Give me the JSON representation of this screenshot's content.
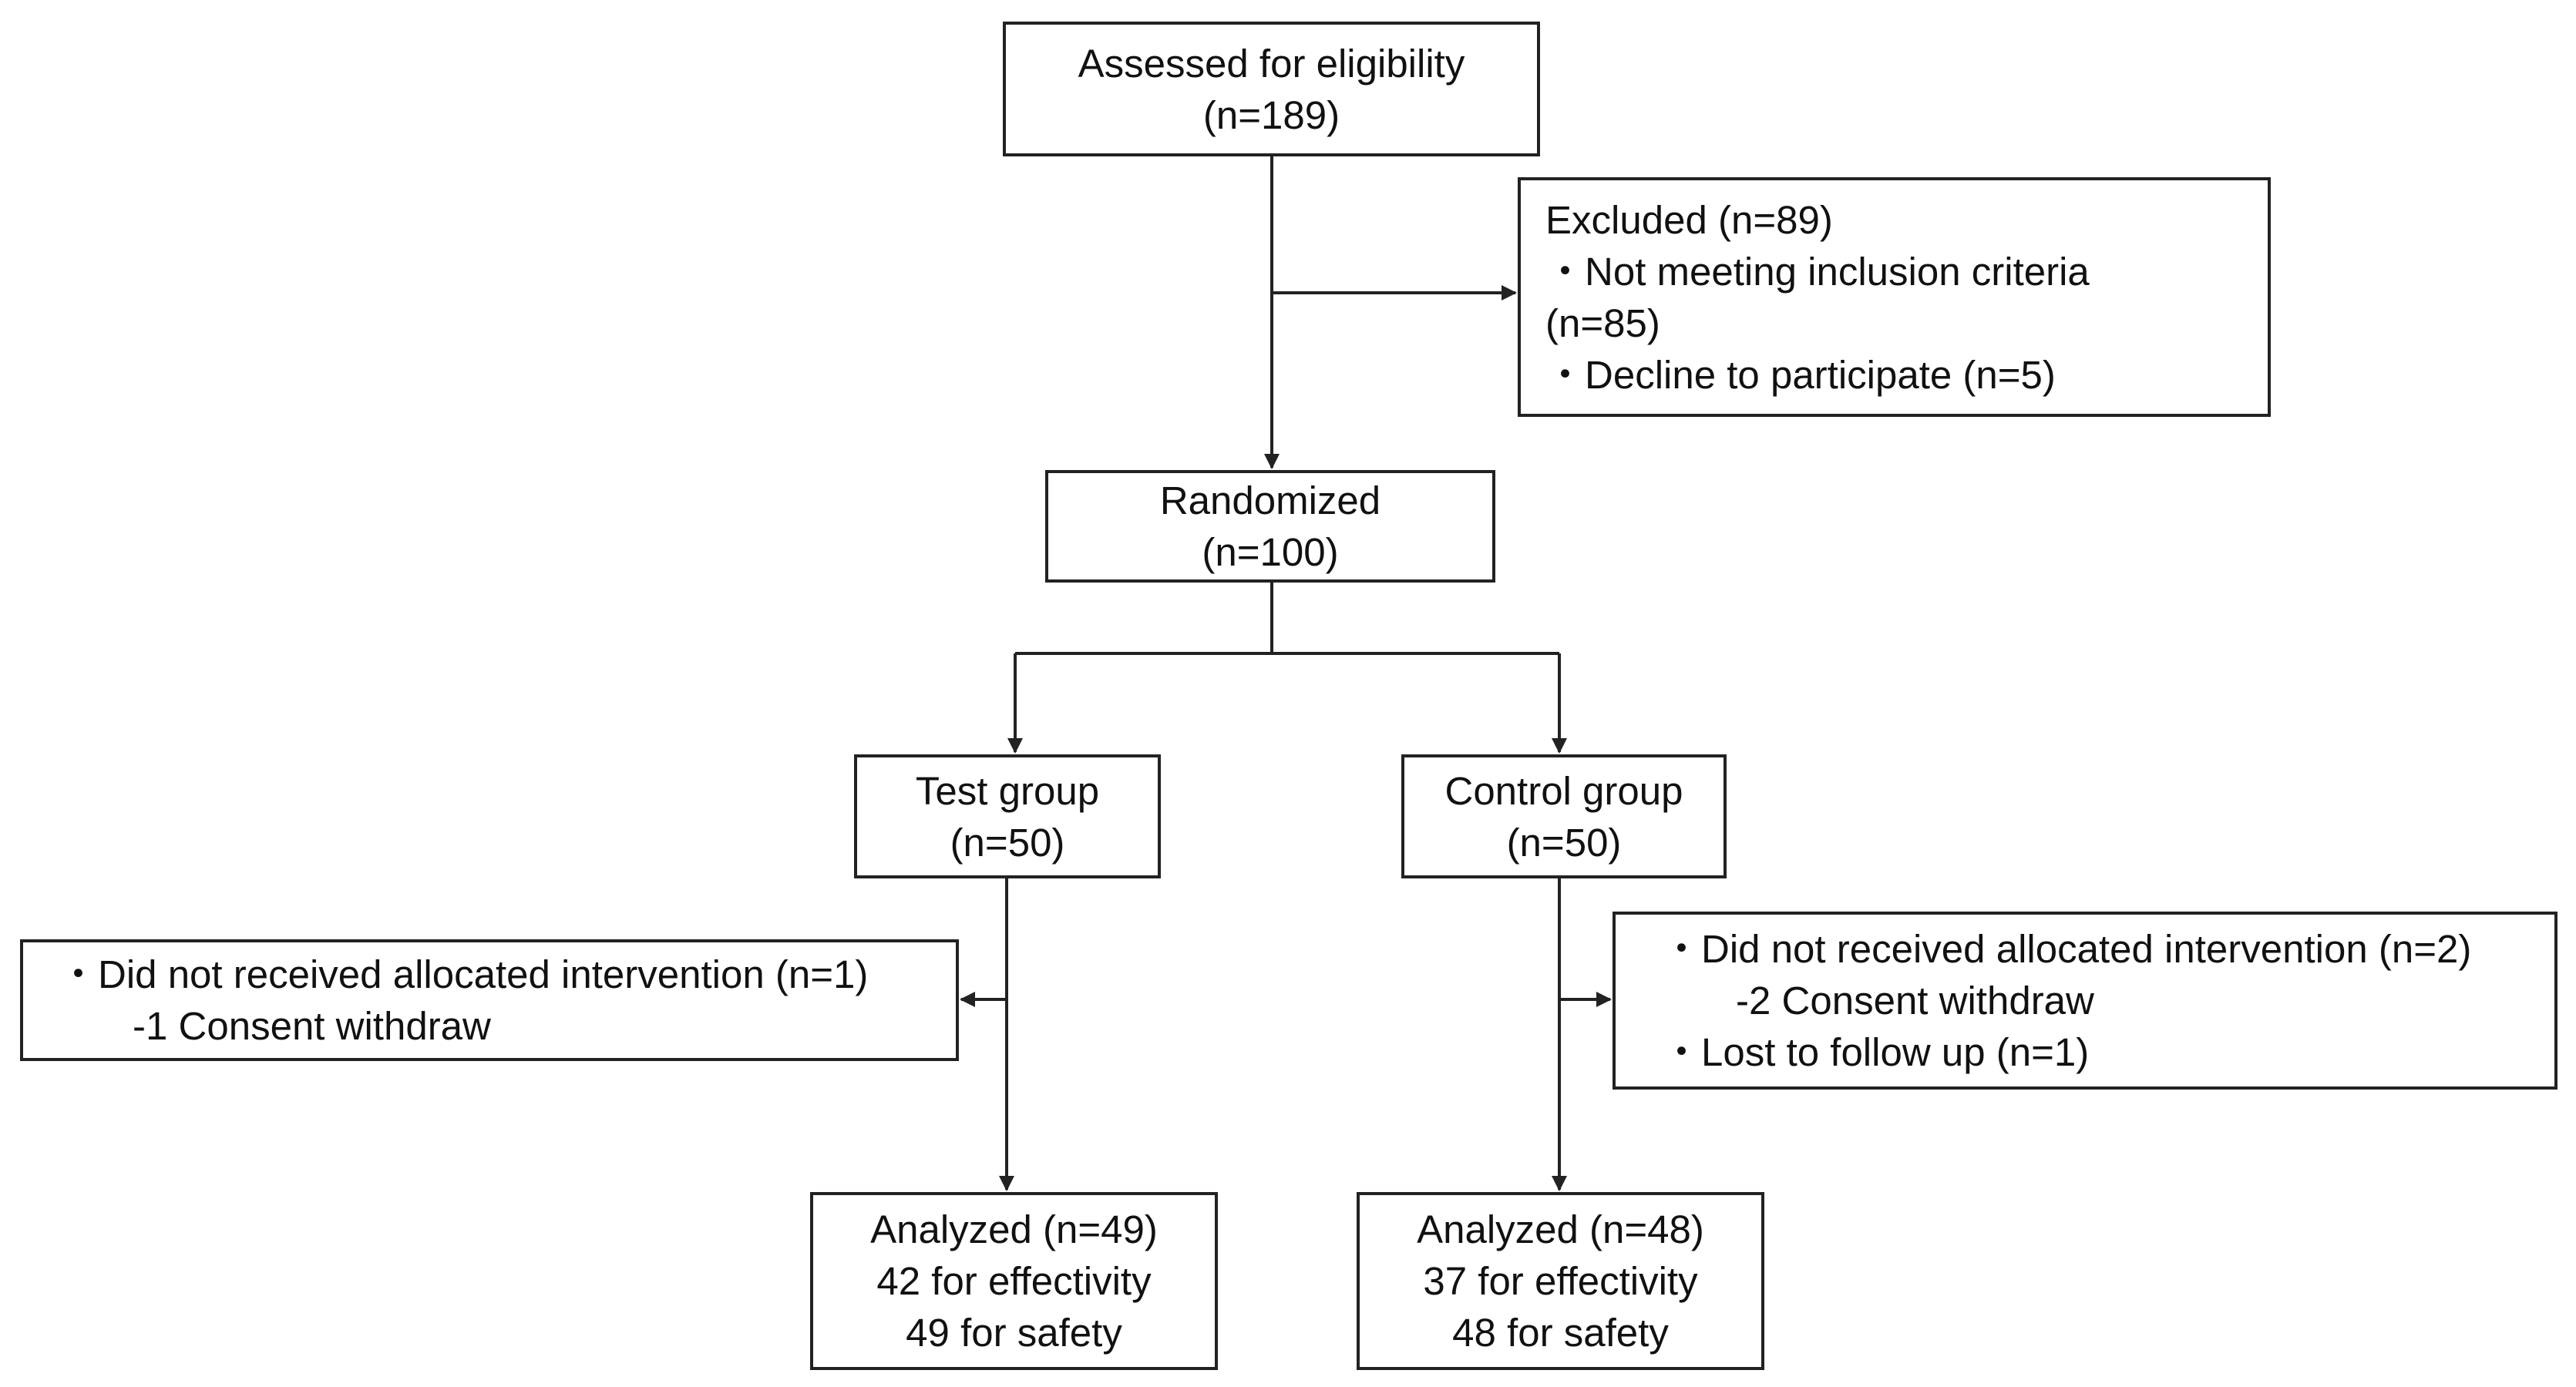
{
  "assessed": {
    "line1": "Assessed for eligibility",
    "line2": "(n=189)"
  },
  "excluded": {
    "title": "Excluded (n=89)",
    "item1a": "・Not meeting inclusion criteria",
    "item1b": "(n=85)",
    "item2": "・Decline to participate (n=5)"
  },
  "randomized": {
    "line1": "Randomized",
    "line2": "(n=100)"
  },
  "test_group": {
    "line1": "Test group",
    "line2": "(n=50)"
  },
  "control_group": {
    "line1": "Control group",
    "line2": "(n=50)"
  },
  "test_exclusions": {
    "item1": "・Did not received allocated intervention (n=1)",
    "item1_sub": "-1 Consent withdraw"
  },
  "control_exclusions": {
    "item1": "・Did not received allocated intervention (n=2)",
    "item1_sub": "-2 Consent withdraw",
    "item2": "・Lost to follow up (n=1)"
  },
  "test_analyzed": {
    "line1": "Analyzed (n=49)",
    "line2": "42 for effectivity",
    "line3": "49 for safety"
  },
  "control_analyzed": {
    "line1": "Analyzed (n=48)",
    "line2": "37 for effectivity",
    "line3": "48 for safety"
  },
  "colors": {
    "line": "#222222",
    "border": "#222222",
    "background": "#ffffff",
    "text": "#111111"
  }
}
